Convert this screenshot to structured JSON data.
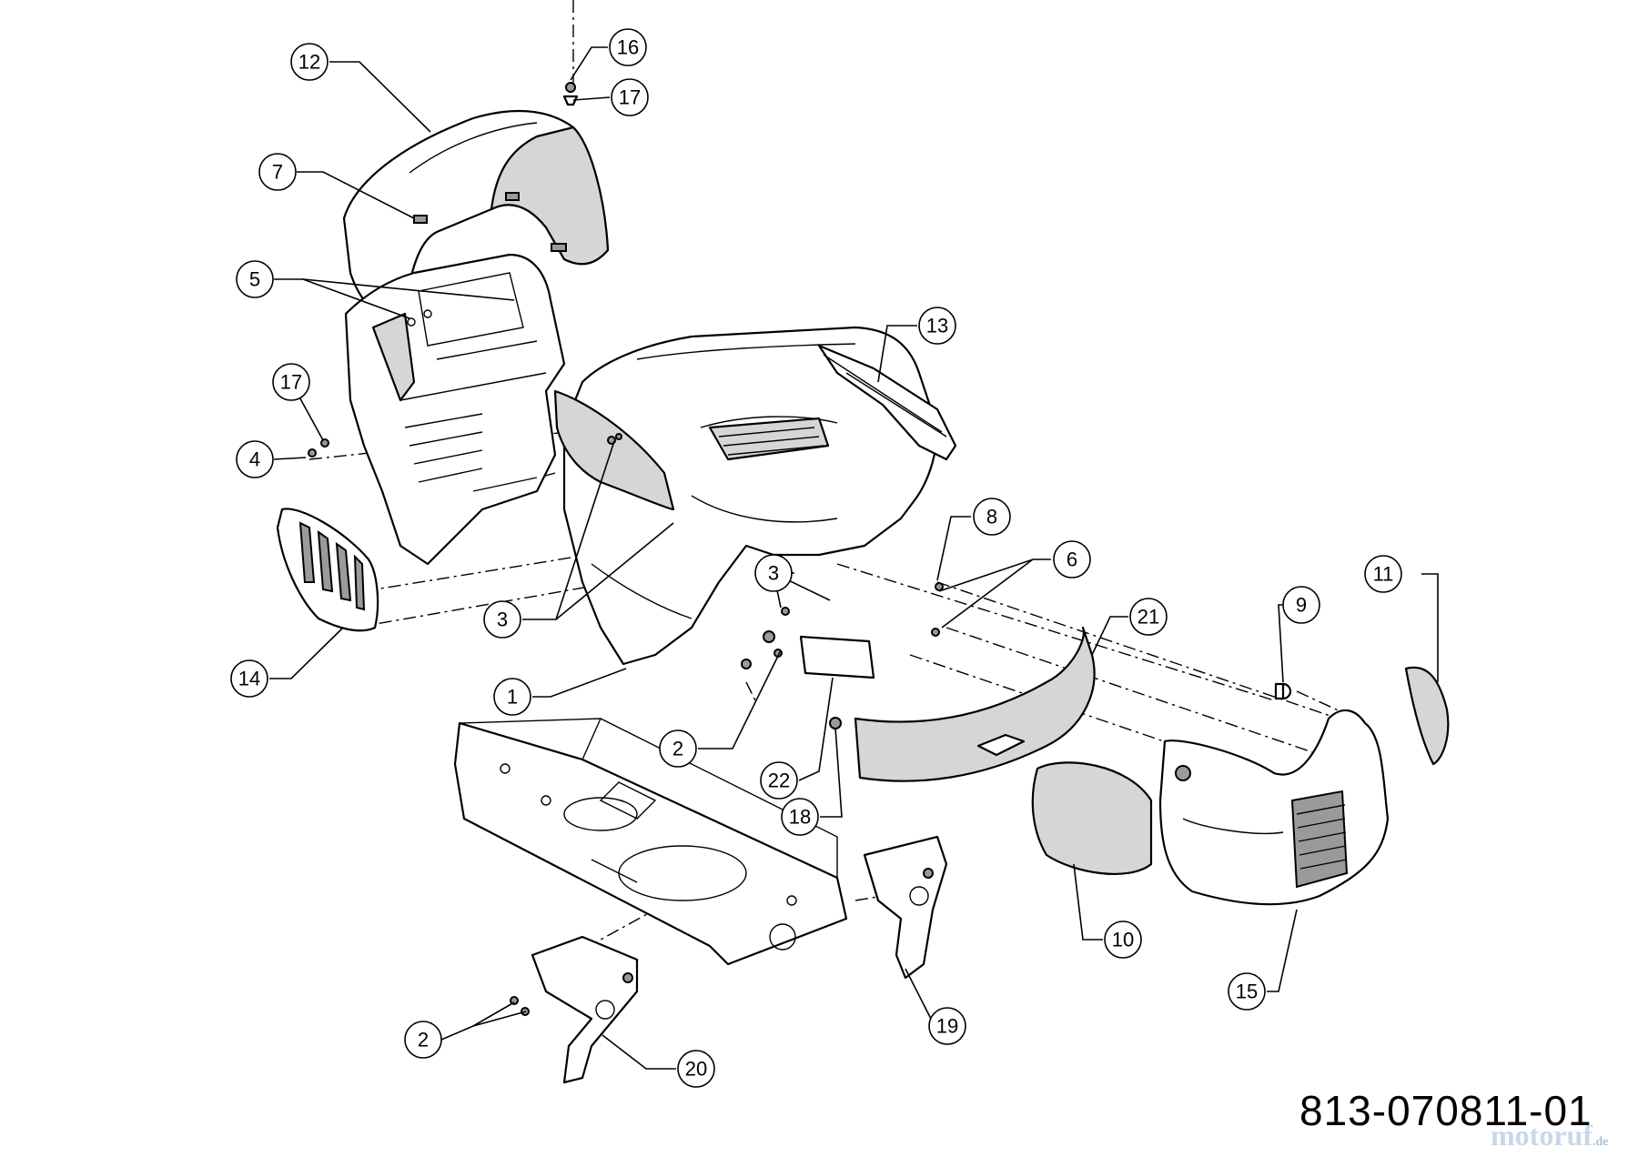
{
  "diagram": {
    "drawing_number": "813-070811-01",
    "watermark": {
      "brand": "motoruf",
      "tld": ".de"
    },
    "callouts": [
      {
        "id": "c12",
        "label": "12"
      },
      {
        "id": "c16",
        "label": "16"
      },
      {
        "id": "c17a",
        "label": "17"
      },
      {
        "id": "c7",
        "label": "7"
      },
      {
        "id": "c5",
        "label": "5"
      },
      {
        "id": "c17b",
        "label": "17"
      },
      {
        "id": "c4",
        "label": "4"
      },
      {
        "id": "c13",
        "label": "13"
      },
      {
        "id": "c8",
        "label": "8"
      },
      {
        "id": "c6",
        "label": "6"
      },
      {
        "id": "c3a",
        "label": "3"
      },
      {
        "id": "c3b",
        "label": "3"
      },
      {
        "id": "c21",
        "label": "21"
      },
      {
        "id": "c9",
        "label": "9"
      },
      {
        "id": "c11",
        "label": "11"
      },
      {
        "id": "c14",
        "label": "14"
      },
      {
        "id": "c1",
        "label": "1"
      },
      {
        "id": "c2a",
        "label": "2"
      },
      {
        "id": "c22",
        "label": "22"
      },
      {
        "id": "c18",
        "label": "18"
      },
      {
        "id": "c10",
        "label": "10"
      },
      {
        "id": "c15",
        "label": "15"
      },
      {
        "id": "c19",
        "label": "19"
      },
      {
        "id": "c2b",
        "label": "2"
      },
      {
        "id": "c20",
        "label": "20"
      }
    ]
  }
}
